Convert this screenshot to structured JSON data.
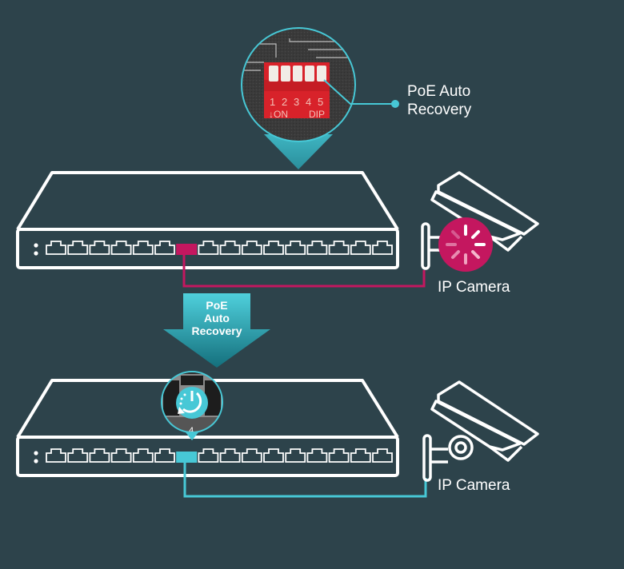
{
  "diagram": {
    "title": "PoE Auto Recovery",
    "colors": {
      "background": "#2d434b",
      "outline": "#ffffff",
      "accent_teal": "#47c8d6",
      "fault_magenta": "#c4175f",
      "dip_red": "#e0242c"
    },
    "callout": {
      "label_line1": "PoE Auto",
      "label_line2": "Recovery",
      "dip_switch": {
        "numbers": [
          "1",
          "2",
          "3",
          "4",
          "5"
        ],
        "on_label": "↓ON",
        "dip_label": "DIP",
        "highlighted_switch": 5
      }
    },
    "top_scene": {
      "switch_ports_count": 16,
      "active_port_index": 7,
      "port_state": "fault",
      "device_label": "IP Camera",
      "status_icon": "loading-spinner-icon"
    },
    "transition_arrow": {
      "line1": "PoE",
      "line2": "Auto",
      "line3": "Recovery"
    },
    "bottom_scene": {
      "switch_ports_count": 16,
      "active_port_index": 7,
      "port_state": "recovered",
      "port_number_label": "4",
      "status_icon": "power-restart-icon",
      "device_label": "IP Camera"
    }
  }
}
